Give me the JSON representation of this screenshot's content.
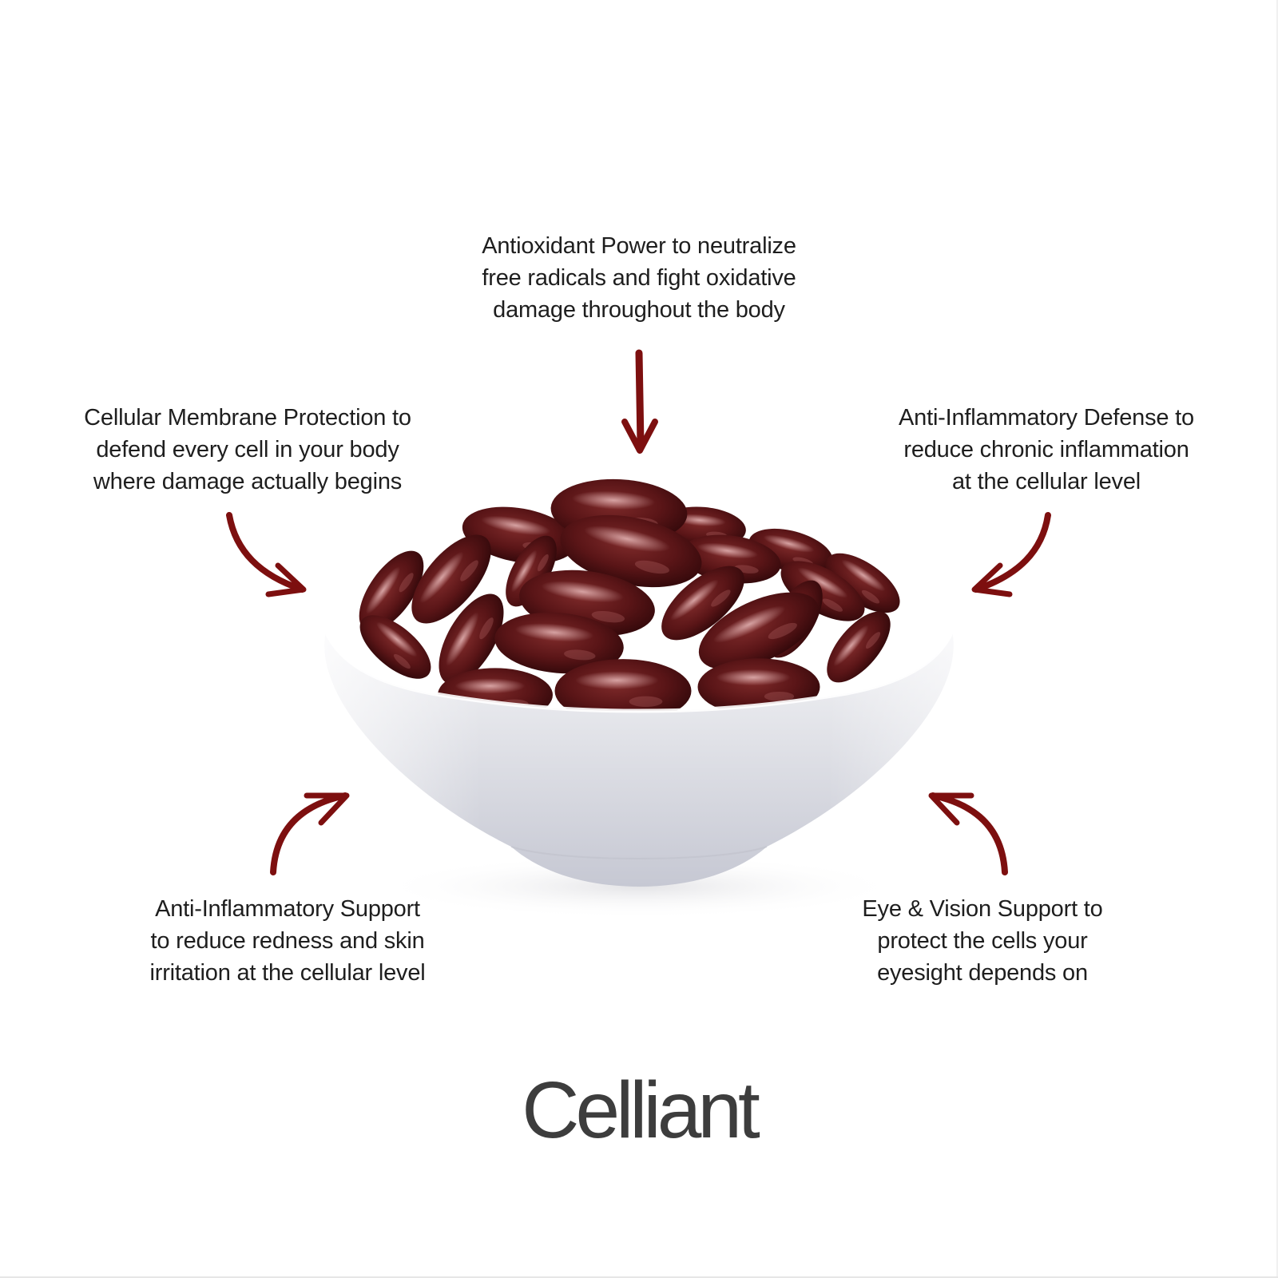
{
  "brand": {
    "name": "Celliant",
    "accent_color": "#7d0f0f",
    "logo_color": "#3d3d3d"
  },
  "product_image": {
    "subject": "bowl of dark red softgel capsules",
    "bowl_color": "#dcdde4",
    "softgel_color": "#5e1416"
  },
  "benefits": {
    "top": {
      "lines": [
        "Antioxidant Power to neutralize",
        "free radicals and fight oxidative",
        "damage throughout the body"
      ],
      "arrow_icon": "arrow-down-icon"
    },
    "upper_left": {
      "lines": [
        "Cellular Membrane Protection to",
        "defend every cell in your body",
        "where damage actually begins"
      ],
      "arrow_icon": "curved-arrow-down-right-icon"
    },
    "upper_right": {
      "lines": [
        "Anti-Inflammatory Defense to",
        "reduce chronic inflammation",
        "at the cellular level"
      ],
      "arrow_icon": "curved-arrow-down-left-icon"
    },
    "lower_left": {
      "lines": [
        "Anti-Inflammatory Support",
        "to reduce redness and skin",
        "irritation at the cellular level"
      ],
      "arrow_icon": "curved-arrow-up-right-icon"
    },
    "lower_right": {
      "lines": [
        "Eye & Vision Support to",
        "protect the cells your",
        "eyesight depends on"
      ],
      "arrow_icon": "curved-arrow-up-left-icon"
    }
  }
}
